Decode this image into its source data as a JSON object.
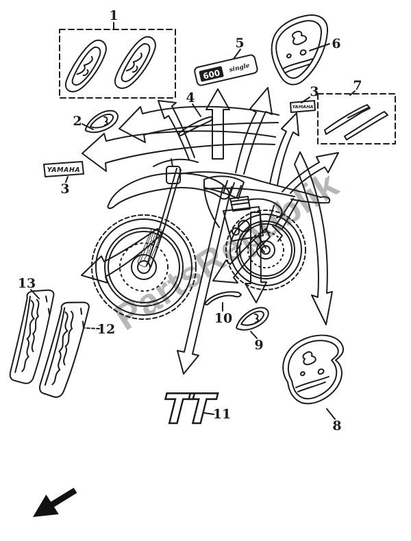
{
  "diagram": {
    "watermark": "PartsRepublik",
    "part_labels": {
      "p1": "1",
      "p2": "2",
      "p3_left": "3",
      "p3_right": "3",
      "p4": "4",
      "p5": "5",
      "p6": "6",
      "p7": "7",
      "p8": "8",
      "p9": "9",
      "p10": "10",
      "p11": "11",
      "p12": "12",
      "p13": "13"
    },
    "decal_texts": {
      "yamaha_left": "YAMAHA",
      "yamaha_right": "YAMAHA",
      "emblem_600": "600",
      "emblem_600_sub": "single",
      "emblem_tt": "TT"
    },
    "colors": {
      "ink": "#1c1c1c",
      "watermark": "#b7b7b7",
      "background": "#ffffff"
    }
  }
}
